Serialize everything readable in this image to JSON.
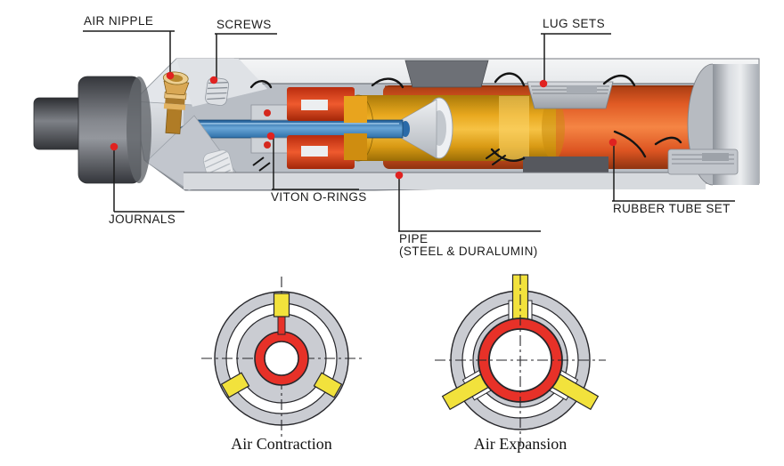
{
  "callouts": {
    "air_nipple": "AIR NIPPLE",
    "screws": "SCREWS",
    "lug_sets": "LUG SETS",
    "journals": "JOURNALS",
    "viton_o_rings": "VITON O-RINGS",
    "pipe_line1": "PIPE",
    "pipe_line2": "(STEEL & DURALUMIN)",
    "rubber_tube_set": "RUBBER TUBE SET"
  },
  "cross_sections": {
    "left_caption": "Air Contraction",
    "right_caption": "Air Expansion"
  },
  "colors": {
    "callout_dot": "#e02220",
    "rubber_tube_orange": "#e8622c",
    "inner_cylinder_gold": "#f2b638",
    "air_pipe_blue": "#4a90c8",
    "collar_red": "#e0492a",
    "lug_yellow": "#f2e23c",
    "section_ring_red": "#e73128",
    "metal_gray": "#caccd2",
    "journal_dark_gray": "#4a4c52"
  }
}
